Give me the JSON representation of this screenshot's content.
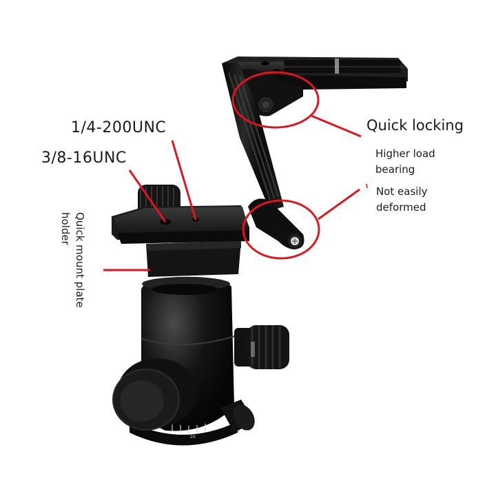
{
  "labels": {
    "thread_quarter": "1/4-200UNC",
    "thread_three_eighths": "3/8-16UNC",
    "quick_locking": "Quick locking",
    "feature_1_line1": "Higher load",
    "feature_1_line2": "bearing",
    "feature_2_line1": "Not easily",
    "feature_2_line2": "deformed",
    "mount_holder_line1": "Quick mount plate",
    "mount_holder_line2": "holder"
  },
  "colors": {
    "annotation_red": "#e0141e",
    "product_black": "#111111",
    "background": "#ffffff"
  },
  "dial_tick_label": "20"
}
